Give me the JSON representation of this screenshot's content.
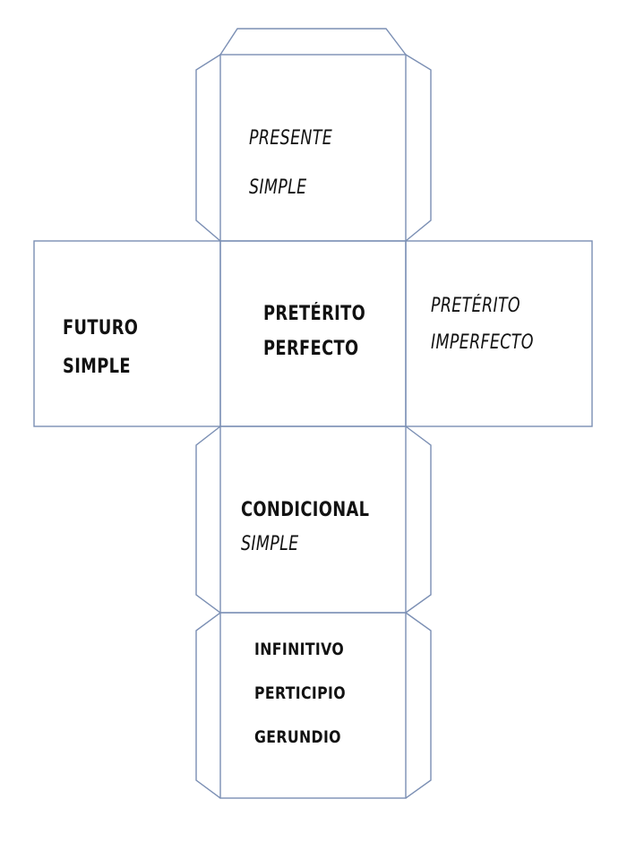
{
  "cube_net": {
    "top_face": {
      "line1": "PRESENTE",
      "line2": "SIMPLE"
    },
    "left_face": {
      "line1": "FUTURO",
      "line2": "SIMPLE"
    },
    "center_face": {
      "line1": "PRETÉRITO",
      "line2": "PERFECTO"
    },
    "right_face": {
      "line1": "PRETÉRITO",
      "line2": "IMPERFECTO"
    },
    "lower_face": {
      "line1": "CONDICIONAL",
      "line2": "SIMPLE"
    },
    "bottom_face": {
      "line1": "INFINITIVO",
      "line2": "PERTICIPIO",
      "line3": "GERUNDIO"
    }
  },
  "colors": {
    "outline": "#7b8fb4",
    "text": "#121212",
    "background": "#ffffff"
  }
}
